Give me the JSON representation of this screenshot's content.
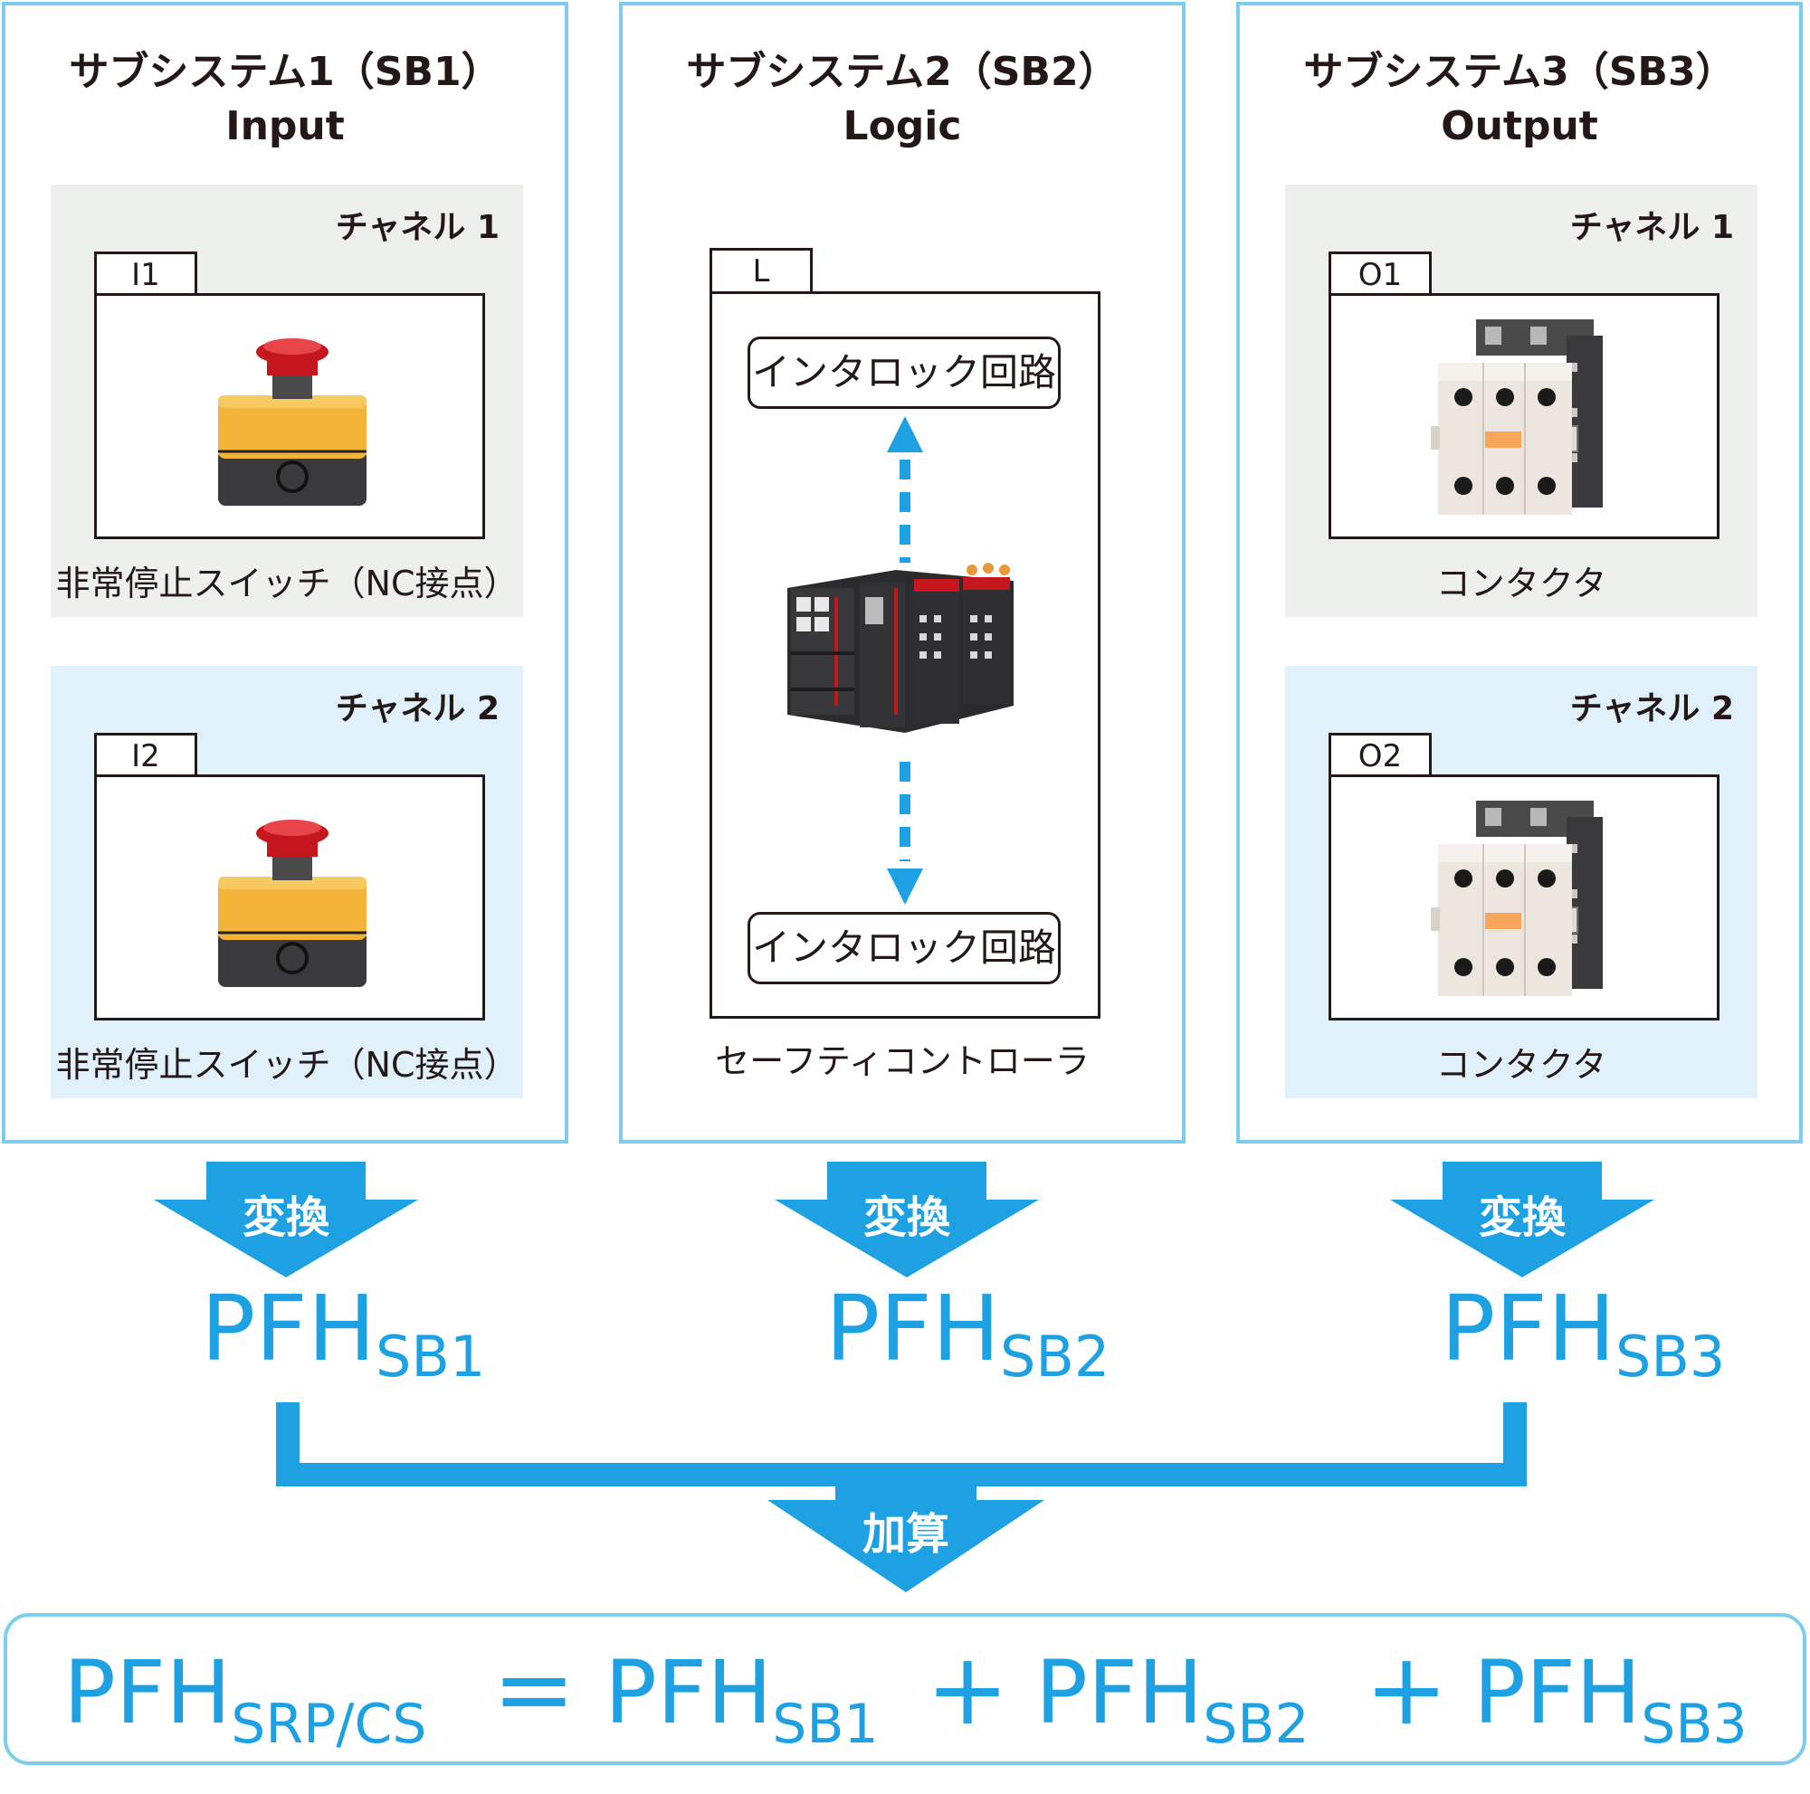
{
  "subsystems": [
    {
      "title": "サブシステム1（SB1）",
      "role": "Input",
      "channels": [
        {
          "label": "チャネル 1",
          "tag": "I1",
          "caption": "非常停止スイッチ（NC接点）"
        },
        {
          "label": "チャネル 2",
          "tag": "I2",
          "caption": "非常停止スイッチ（NC接点）"
        }
      ]
    },
    {
      "title": "サブシステム2（SB2）",
      "role": "Logic",
      "tag": "L",
      "interlock_top": "インタロック回路",
      "interlock_bottom": "インタロック回路",
      "caption": "セーフティコントローラ"
    },
    {
      "title": "サブシステム3（SB3）",
      "role": "Output",
      "channels": [
        {
          "label": "チャネル 1",
          "tag": "O1",
          "caption": "コンタクタ"
        },
        {
          "label": "チャネル 2",
          "tag": "O2",
          "caption": "コンタクタ"
        }
      ]
    }
  ],
  "arrows": {
    "convert_label": "変換",
    "add_label": "加算"
  },
  "pfh_results": [
    {
      "main": "PFH",
      "sub": "SB1"
    },
    {
      "main": "PFH",
      "sub": "SB2"
    },
    {
      "main": "PFH",
      "sub": "SB3"
    }
  ],
  "formula": {
    "lhs": {
      "main": "PFH",
      "sub": "SRP/CS"
    },
    "equals": "=",
    "terms": [
      {
        "main": "PFH",
        "sub": "SB1"
      },
      {
        "main": "PFH",
        "sub": "SB2"
      },
      {
        "main": "PFH",
        "sub": "SB3"
      }
    ],
    "plus": "+"
  },
  "colors": {
    "accent_blue": "#1ea1e3",
    "panel_border": "#7ccdf0",
    "channel1_bg": "#eef0ee",
    "channel2_bg": "#e0f1fb"
  }
}
